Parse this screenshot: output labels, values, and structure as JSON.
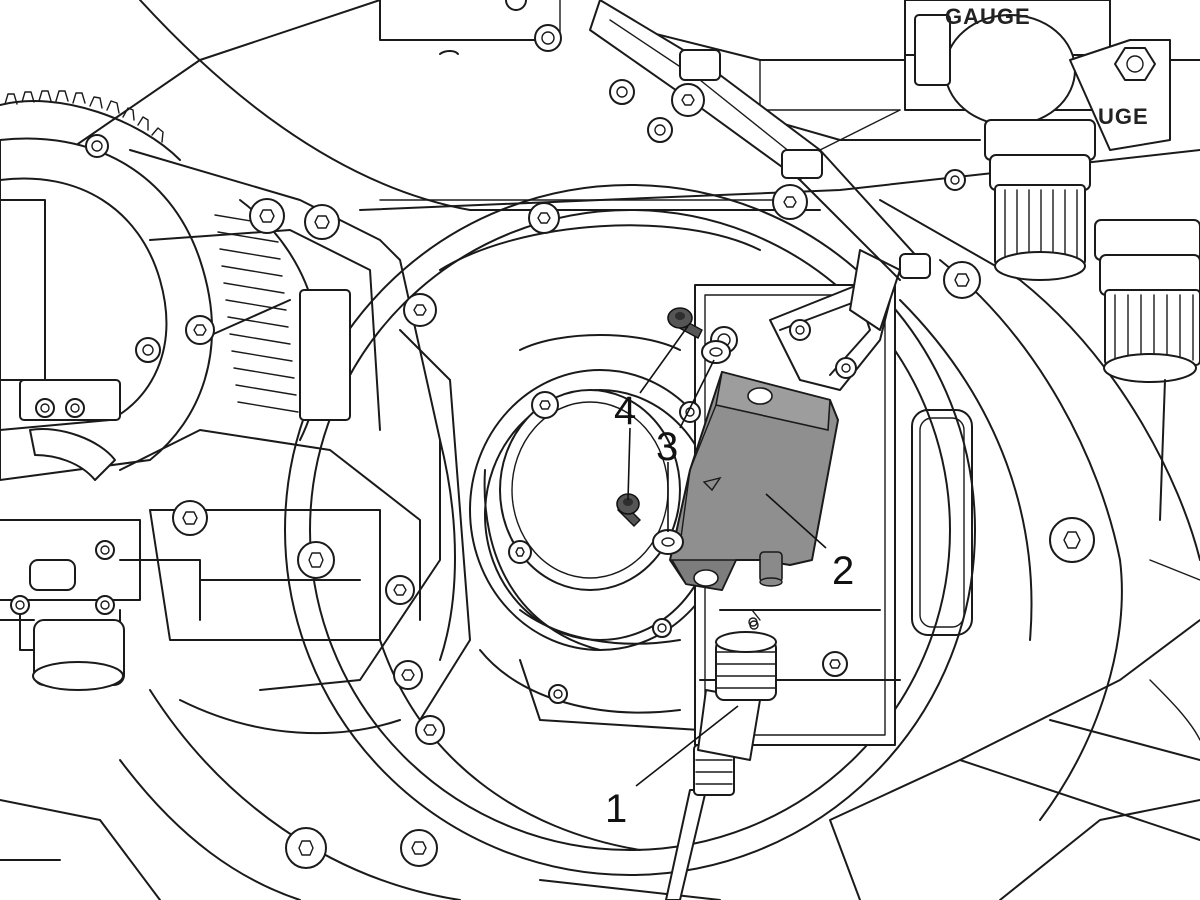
{
  "callouts": [
    {
      "id": "1",
      "text": "1"
    },
    {
      "id": "2",
      "text": "2"
    },
    {
      "id": "3",
      "text": "3"
    },
    {
      "id": "4",
      "text": "4"
    }
  ],
  "stamps": {
    "gauge_upper": "GAUGE",
    "gauge_lower": "UGE"
  },
  "colors": {
    "highlight_part": "#8f8f8f",
    "highlight_dark": "#5a5a5a",
    "line": "#1a1a1a",
    "background": "#ffffff"
  }
}
